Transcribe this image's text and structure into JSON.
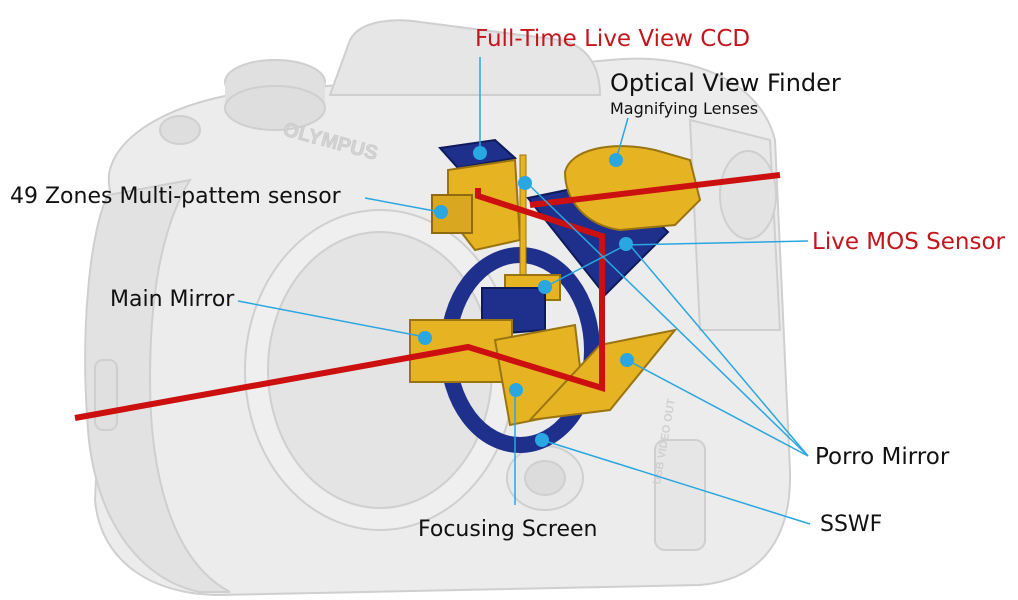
{
  "labels": {
    "full_time_ccd": "Full-Time Live View CCD",
    "optical_view_finder": "Optical View Finder",
    "magnifying_lenses": "Magnifying Lenses",
    "zones_sensor": "49 Zones Multi-pattem sensor",
    "live_mos": "Live MOS Sensor",
    "main_mirror": "Main Mirror",
    "porro_mirror": "Porro Mirror",
    "sswf": "SSWF",
    "focusing_screen": "Focusing Screen"
  },
  "camera_brand": "OLYMPUS",
  "usb_port_text": "USB VIDEO OUT",
  "colors": {
    "light_path": "#cc1010",
    "callout": "#2aa6e0",
    "component_gold": "#e6b422",
    "component_blue": "#1f2f8c",
    "body_gray": "#e9e9e9",
    "label_red": "#c4161c"
  }
}
